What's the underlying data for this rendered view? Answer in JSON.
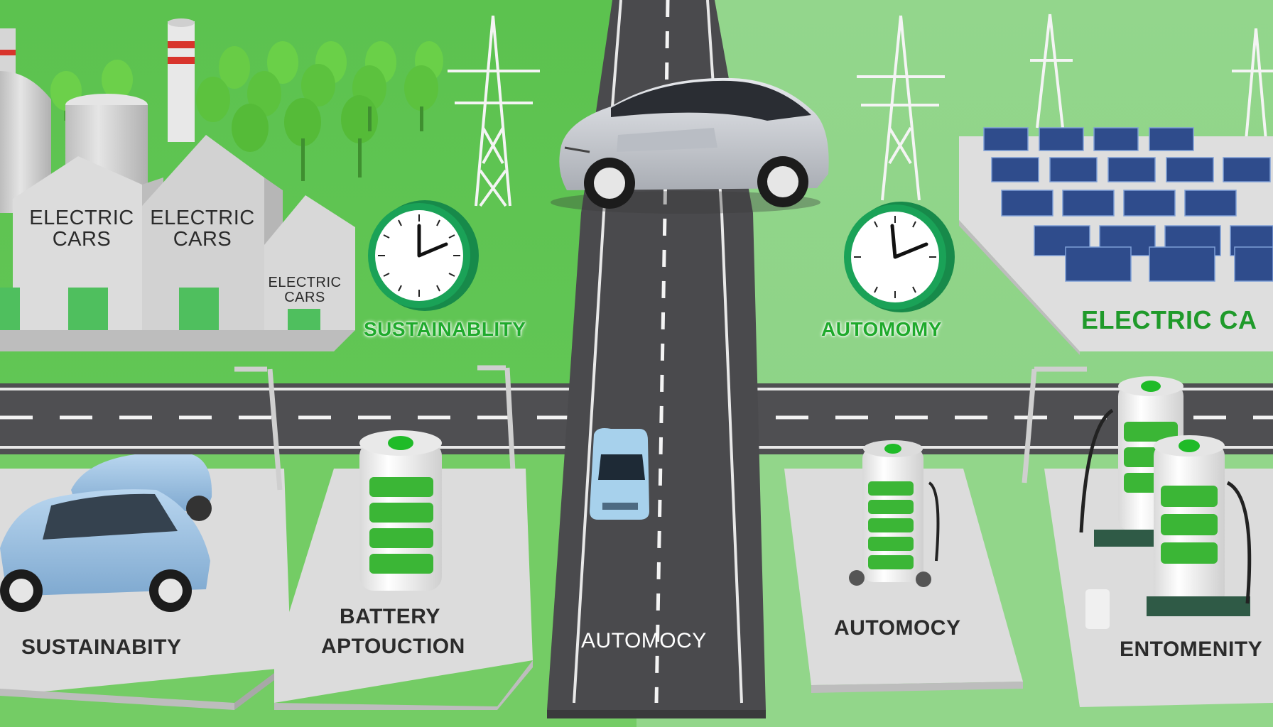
{
  "scene": {
    "description_colors": {
      "grass_left": "#5cc24e",
      "grass_right": "#8fd48a",
      "road": "#4d4d4f",
      "platform": "#d9d9d9",
      "battery_green": "#2fb52f"
    }
  },
  "factory": {
    "sign_1": "ELECTRIC\nCARS",
    "sign_2": "ELECTRIC\nCARS",
    "sign_3": "ELECTRIC\nCARS"
  },
  "labels": {
    "sustainability_top": "SUSTAINABLITY",
    "automomy_top": "AUTOMOMY",
    "electric_cars_solar": "ELECTRIC CA",
    "sustainability_bottom": "SUSTAINABITY",
    "battery_line1": "BATTERY",
    "battery_line2": "APTOUCTION",
    "road_label": "AUTOMOCY",
    "automocy_right": "AUTOMOCY",
    "entomenity": "ENTOMENITY"
  }
}
